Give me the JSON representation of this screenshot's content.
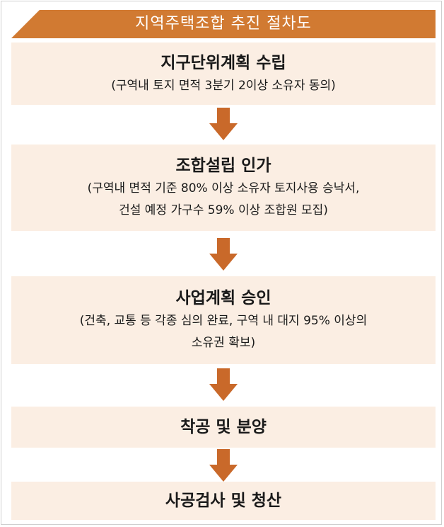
{
  "header": {
    "title": "지역주택조합 추진 절차도"
  },
  "colors": {
    "header": "#d17a32",
    "step_bg": "#fbeee3",
    "arrow": "#c9692a"
  },
  "steps": [
    {
      "title": "지구단위계획 수립",
      "desc": [
        "(구역내 토지 면적 3분기 2이상 소유자 동의)"
      ]
    },
    {
      "title": "조합설립 인가",
      "desc": [
        "(구역내 면적 기준 80% 이상 소유자 토지사용 승낙서,",
        "건설 예정 가구수 59% 이상 조합원 모집)"
      ]
    },
    {
      "title": "사업계획 승인",
      "desc": [
        "(건축, 교통 등 각종 심의 완료, 구역 내 대지 95% 이상의",
        "소유권 확보)"
      ]
    },
    {
      "title": "착공 및 분양",
      "desc": []
    },
    {
      "title": "사공검사 및 청산",
      "desc": []
    }
  ]
}
